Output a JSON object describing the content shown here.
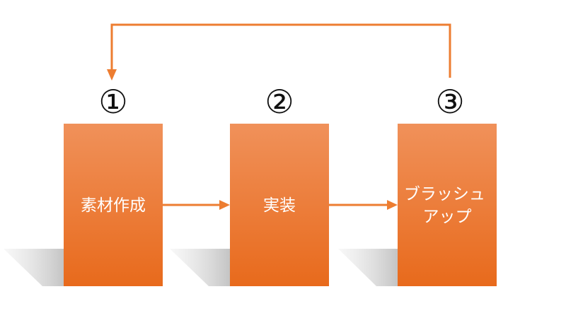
{
  "steps": [
    {
      "number": "①",
      "label": "素材作成"
    },
    {
      "number": "②",
      "label": "実装"
    },
    {
      "number": "③",
      "label": "ブラッシュアップ"
    }
  ],
  "colors": {
    "box_top": "#f0915a",
    "box_bottom": "#e86a1c",
    "arrow": "#ed7d31",
    "shadow": "#c9c9c9",
    "number_text": "#111111",
    "label_text": "#ffffff"
  }
}
